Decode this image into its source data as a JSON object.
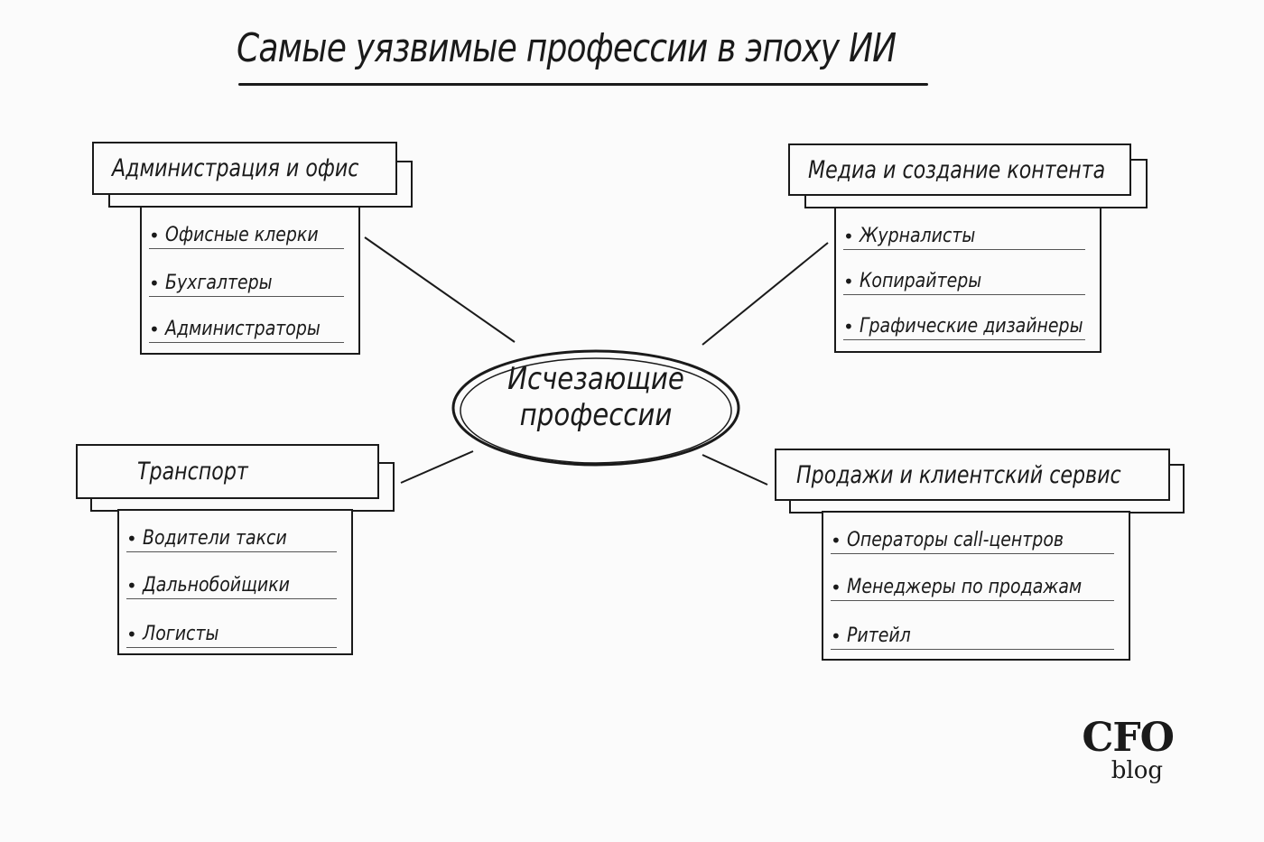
{
  "title": "Самые уязвимые профессии в эпоху ИИ",
  "center": {
    "line1": "Исчезающие",
    "line2": "профессии"
  },
  "categories": [
    {
      "title": "Администрация и офис",
      "items": [
        "Офисные клерки",
        "Бухгалтеры",
        "Администраторы"
      ]
    },
    {
      "title": "Медиа и создание контента",
      "items": [
        "Журналисты",
        "Копирайтеры",
        "Графические дизайнеры"
      ]
    },
    {
      "title": "Транспорт",
      "items": [
        "Водители такси",
        "Дальнобойщики",
        "Логисты"
      ]
    },
    {
      "title": "Продажи и клиентский сервис",
      "items": [
        "Операторы call-центров",
        "Менеджеры по продажам",
        "Ритейл"
      ]
    }
  ],
  "logo": {
    "main": "CFO",
    "sub": "blog"
  }
}
